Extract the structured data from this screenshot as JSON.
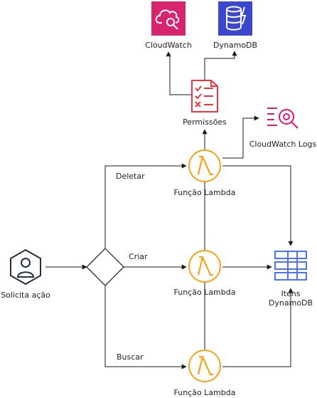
{
  "nodes": {
    "cloudwatch": {
      "label": "CloudWatch",
      "color": "#D6246E"
    },
    "dynamodb_top": {
      "label": "DynamoDB",
      "color": "#3B48CC"
    },
    "permissions": {
      "label": "Permissões",
      "color": "#E7373F"
    },
    "cloudwatch_logs": {
      "label": "CloudWatch Logs",
      "color": "#E7157B"
    },
    "lambda_delete": {
      "label": "Função Lambda",
      "color": "#F5A31B"
    },
    "lambda_create": {
      "label": "Função Lambda",
      "color": "#F5A31B"
    },
    "lambda_search": {
      "label": "Função Lambda",
      "color": "#F5A31B"
    },
    "user": {
      "label": "Solicita ação",
      "color": "#232F3E"
    },
    "decision": {
      "label": ""
    },
    "items_db": {
      "label_line1": "Itens",
      "label_line2": "DynamoDB",
      "color": "#4D72F3"
    }
  },
  "edges": {
    "delete": "Deletar",
    "create": "Criar",
    "search": "Buscar"
  }
}
